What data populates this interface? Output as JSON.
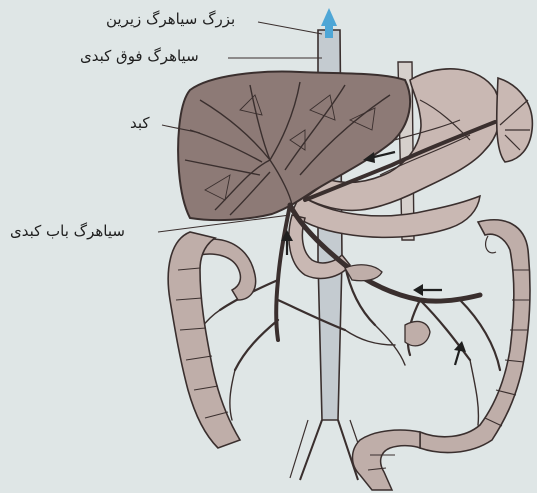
{
  "labels": {
    "ivc": "بزرگ سیاهرگ زیرین",
    "hepatic_vein": "سیاهرگ فوق کبدی",
    "liver": "کبد",
    "portal_vein": "سیاهرگ باب کبدی"
  },
  "colors": {
    "background": "#dfe6e6",
    "liver_fill": "#8d7a76",
    "vessel": "#3a2f2e",
    "organ_fill": "#c9b8b3",
    "intestine_fill": "#bfaea9",
    "ivc_fill": "#c4cbd0",
    "arrow_blue": "#4ea6d6"
  }
}
